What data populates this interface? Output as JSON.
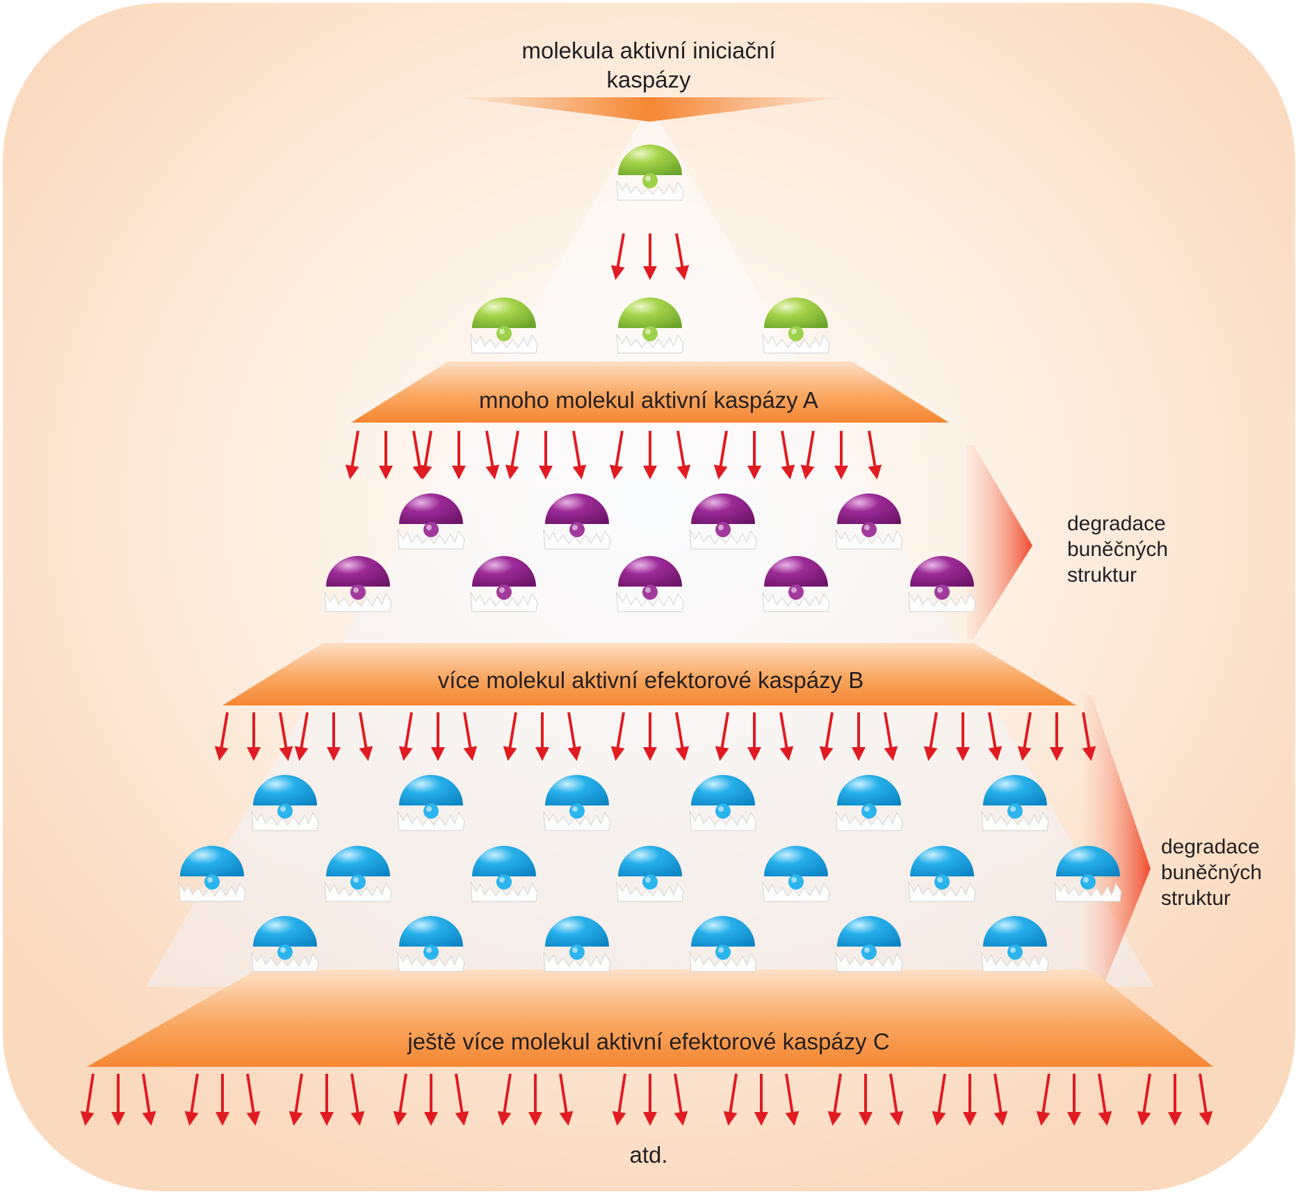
{
  "title_lines": [
    "molekula aktivní iniciační",
    "kaspázy"
  ],
  "levels": [
    {
      "id": "initiator",
      "color": "green",
      "count": 1
    },
    {
      "id": "level-a",
      "color": "green",
      "count": 3,
      "label": "mnoho molekul aktivní kaspázy A"
    },
    {
      "id": "level-b",
      "color": "purple",
      "count": 9,
      "label": "více molekul aktivní efektorové kaspázy B"
    },
    {
      "id": "level-c",
      "color": "blue",
      "count": 19,
      "label": "ještě více molekul aktivní efektorové kaspázy C"
    }
  ],
  "side_notes": [
    {
      "lines": [
        "degradace",
        "buněčných",
        "struktur"
      ]
    },
    {
      "lines": [
        "degradace",
        "buněčných",
        "struktur"
      ]
    }
  ],
  "footer": "atd.",
  "colors": {
    "background": "#fbdcc3",
    "band": "#f58f3c",
    "arrow": "#e01b22",
    "green": "#8cc63f",
    "purple": "#92278f",
    "blue": "#1ba1e2",
    "side_arrow": "#f15a40",
    "text": "#231f20"
  }
}
